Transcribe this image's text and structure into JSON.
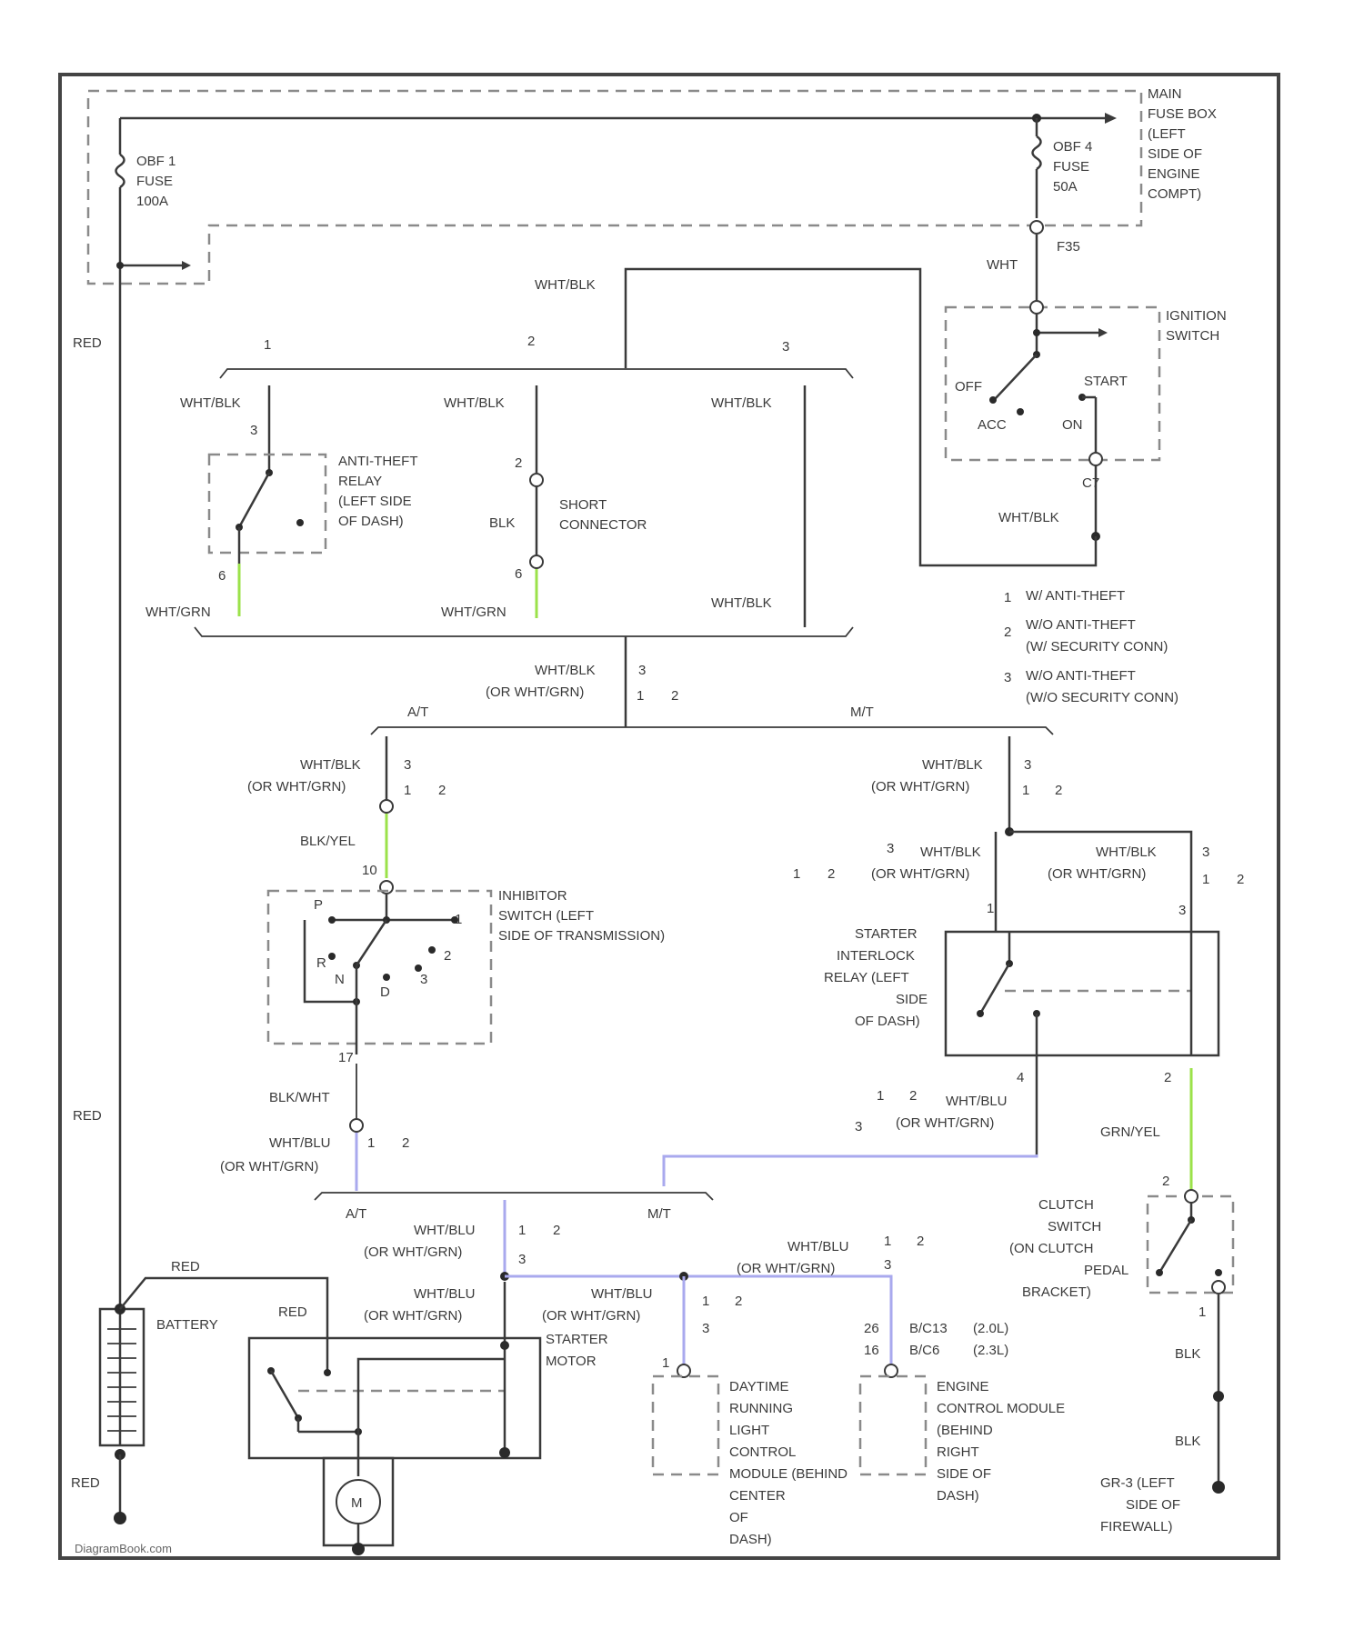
{
  "fuse_box": {
    "fuse1": [
      "OBF 1",
      "FUSE",
      "100A"
    ],
    "fuse2": [
      "OBF 4",
      "FUSE",
      "50A"
    ],
    "label": [
      "MAIN",
      "FUSE BOX",
      "(LEFT",
      "SIDE OF",
      "ENGINE",
      "COMPT)"
    ],
    "conn": "F35"
  },
  "wires": {
    "red": "RED",
    "wht": "WHT",
    "wht_blk": "WHT/BLK",
    "wht_grn": "WHT/GRN",
    "blk": "BLK",
    "blk_yel": "BLK/YEL",
    "blk_wht": "BLK/WHT",
    "wht_blu": "WHT/BLU",
    "grn_yel": "GRN/YEL",
    "or_wht_grn": "(OR WHT/GRN)"
  },
  "ignition": {
    "label": [
      "IGNITION",
      "SWITCH"
    ],
    "positions": [
      "OFF",
      "ACC",
      "ON",
      "START"
    ],
    "pin": "C7"
  },
  "antitheft": {
    "label": [
      "ANTI-THEFT",
      "RELAY",
      "(LEFT SIDE",
      "OF DASH)"
    ]
  },
  "short_connector": {
    "label": [
      "SHORT",
      "CONNECTOR"
    ]
  },
  "notes": [
    {
      "num": "1",
      "lines": [
        "W/ ANTI-THEFT"
      ]
    },
    {
      "num": "2",
      "lines": [
        "W/O ANTI-THEFT",
        "(W/ SECURITY CONN)"
      ]
    },
    {
      "num": "3",
      "lines": [
        "W/O ANTI-THEFT",
        "(W/O SECURITY CONN)"
      ]
    }
  ],
  "transmission": {
    "at": "A/T",
    "mt": "M/T"
  },
  "inhibitor": {
    "label": [
      "INHIBITOR",
      "SWITCH (LEFT",
      "SIDE OF TRANSMISSION)"
    ],
    "positions": [
      "P",
      "R",
      "N",
      "D",
      "3",
      "2",
      "1"
    ]
  },
  "starter_relay": {
    "label": [
      "STARTER",
      "INTERLOCK",
      "RELAY (LEFT",
      "SIDE",
      "OF DASH)"
    ]
  },
  "clutch": {
    "label": [
      "CLUTCH",
      "SWITCH",
      "(ON CLUTCH",
      "PEDAL",
      "BRACKET)"
    ]
  },
  "battery": {
    "label": "BATTERY"
  },
  "starter_motor": {
    "label": [
      "STARTER",
      "MOTOR"
    ],
    "motor_symbol": "M"
  },
  "drl": {
    "label": [
      "DAYTIME",
      "RUNNING",
      "LIGHT",
      "CONTROL",
      "MODULE (BEHIND",
      "CENTER",
      "OF",
      "DASH)"
    ]
  },
  "ecm": {
    "label": [
      "ENGINE",
      "CONTROL MODULE",
      "(BEHIND",
      "RIGHT",
      "SIDE OF",
      "DASH)"
    ],
    "pins": [
      "26",
      "16"
    ],
    "codes": [
      "B/C13",
      "B/C6"
    ],
    "engines": [
      "(2.0L)",
      "(2.3L)"
    ]
  },
  "ground": {
    "label": [
      "GR-3 (LEFT",
      "SIDE OF",
      "FIREWALL)"
    ]
  },
  "watermark": "DiagramBook.com"
}
